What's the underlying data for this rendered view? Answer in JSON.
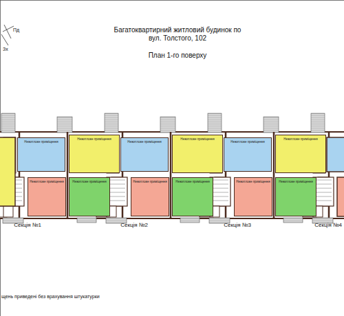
{
  "diagram": {
    "title": "Багатоквартирний житловий будинок по вул. Толстого, 102",
    "nodes": [
      {
        "text": [
          "Нежитлове приміщення"
        ]
      },
      {
        "text": [
          "Нежитлове приміщення"
        ]
      },
      {
        "text": [
          "Нежитлове приміщення"
        ]
      },
      {
        "text": [
          "Нежитлове приміщення"
        ]
      },
      {
        "text": [
          "Нежитлове приміщення"
        ]
      },
      {
        "text": [
          "Нежитлове приміщення"
        ]
      },
      {
        "text": [
          "Нежитлове приміщення"
        ]
      },
      {
        "text": [
          "Нежитлове приміщення"
        ]
      },
      {
        "text": [
          "Нежитлове приміщення"
        ]
      },
      {
        "text": [
          "Нежитлове приміщення"
        ]
      },
      {
        "text": [
          "Нежитлове приміщення"
        ]
      },
      {
        "text": [
          "Нежитлове приміщення"
        ]
      }
    ],
    "labels": [
      "План 1-го поверху",
      "Пд",
      "Зх",
      "Секція №1",
      "Секція №2",
      "Секція №3",
      "Секція №4",
      "щень приведені без врахування штукатурки"
    ]
  }
}
